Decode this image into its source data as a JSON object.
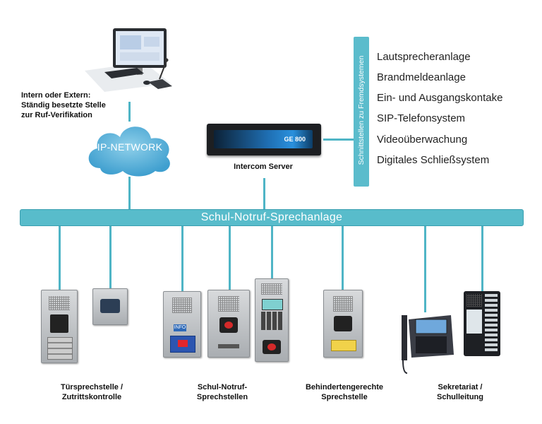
{
  "operator_station": {
    "caption_line1": "Intern oder Extern:",
    "caption_line2": "Ständig besetzte Stelle",
    "caption_line3": "zur Ruf-Verifikation"
  },
  "network": {
    "label": "IP-NETWORK"
  },
  "server": {
    "model": "GE 800",
    "caption": "Intercom Server"
  },
  "interfaces": {
    "title": "Schnittstellen zu Fremdsystemen",
    "items": [
      "Lautspre­cheranlage",
      "Brandmeldeanlage",
      "Ein- und Ausgangskontake",
      "SIP-Telefonsystem",
      "Videoüberwachung",
      "Digitales Schließsystem"
    ]
  },
  "bus": {
    "label": "Schul-Notruf-Sprechanlage"
  },
  "device_groups": [
    {
      "line1": "Türsprechstelle /",
      "line2": "Zutrittskontrolle"
    },
    {
      "line1": "Schul-Notruf-",
      "line2": "Sprechstellen"
    },
    {
      "line1": "Behindertengerechte",
      "line2": "Sprechstelle"
    },
    {
      "line1": "Sekretariat /",
      "line2": "Schulleitung"
    }
  ],
  "device_labels": {
    "info_button": "INFO"
  },
  "colors": {
    "accent": "#58bccb",
    "connector": "#4fb5c6"
  }
}
